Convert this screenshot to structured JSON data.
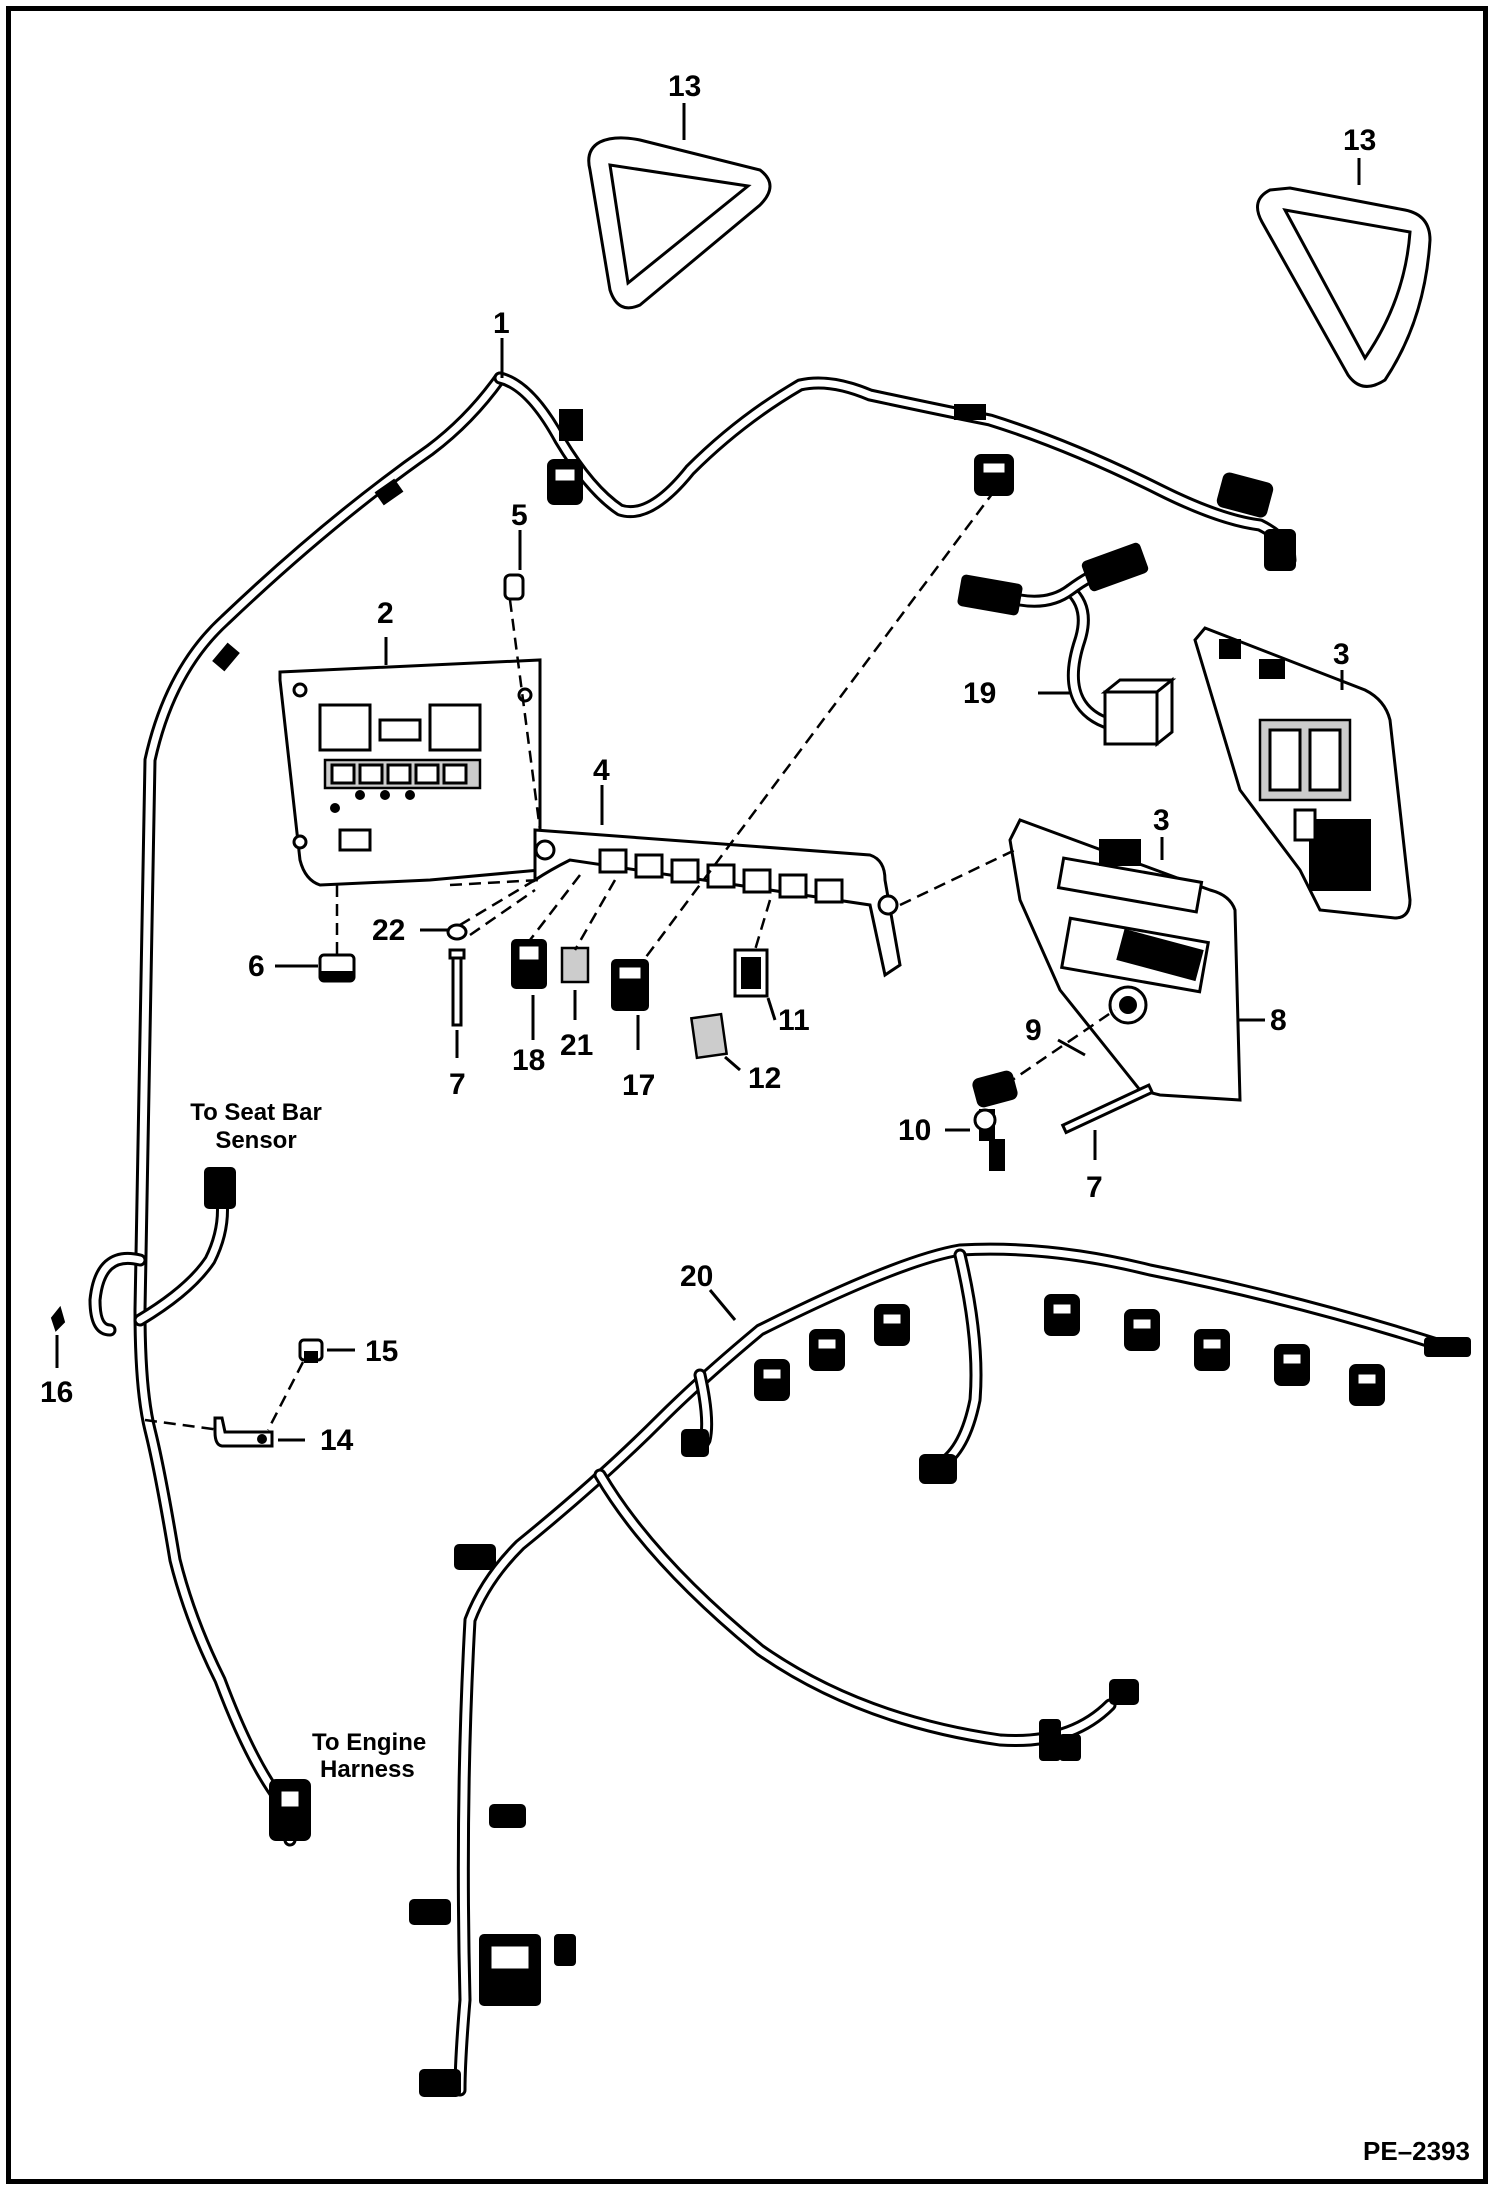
{
  "diagram": {
    "callouts": {
      "c1": "1",
      "c2": "2",
      "c3a": "3",
      "c3b": "3",
      "c4": "4",
      "c5": "5",
      "c6": "6",
      "c7a": "7",
      "c7b": "7",
      "c8": "8",
      "c9": "9",
      "c10": "10",
      "c11": "11",
      "c12": "12",
      "c13a": "13",
      "c13b": "13",
      "c14": "14",
      "c15": "15",
      "c16": "16",
      "c17": "17",
      "c18": "18",
      "c19": "19",
      "c20": "20",
      "c21": "21",
      "c22": "22"
    },
    "notes": {
      "seat_line1": "To Seat Bar",
      "seat_line2": "Sensor",
      "engine_line1": "To Engine",
      "engine_line2": "Harness"
    },
    "figure_code": "PE–2393"
  }
}
